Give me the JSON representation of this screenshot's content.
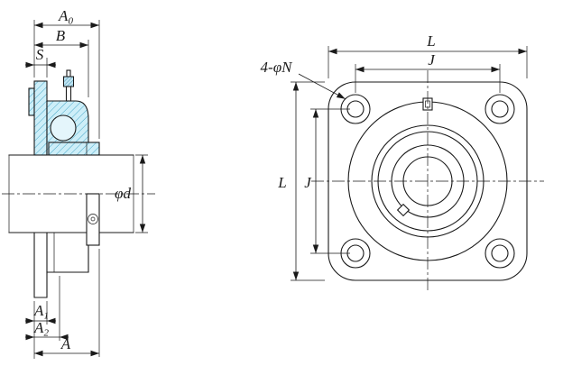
{
  "colors": {
    "line": "#1a1a1a",
    "section-fill": "#cdeef8",
    "hatch-line": "#3aa0c4",
    "bg": "#ffffff"
  },
  "side_view": {
    "dims": {
      "A0": {
        "base": "A",
        "sub": "0"
      },
      "B": "B",
      "S": "S",
      "phi_d": "φd",
      "A1": {
        "base": "A",
        "sub": "1"
      },
      "A2": {
        "base": "A",
        "sub": "2"
      },
      "A": "A"
    }
  },
  "front_view": {
    "dims": {
      "L_top": "L",
      "J_top": "J",
      "L_left": "L",
      "J_left": "J"
    },
    "bolt_note": "4-φN"
  }
}
